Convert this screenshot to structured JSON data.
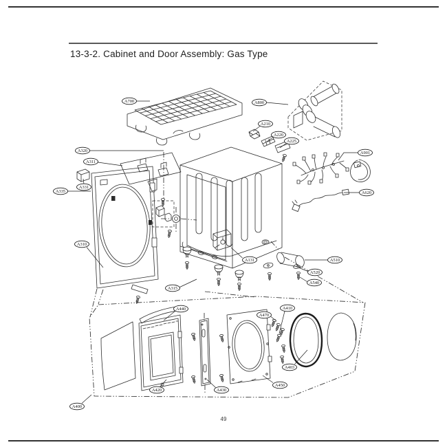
{
  "page": {
    "title": "13-3-2. Cabinet and Door Assembly: Gas Type",
    "page_number": "49"
  },
  "colors": {
    "ink": "#2c2c2c",
    "paper": "#ffffff"
  },
  "callouts": [
    {
      "label": "A700"
    },
    {
      "label": "A800"
    },
    {
      "label": "A210"
    },
    {
      "label": "A220"
    },
    {
      "label": "A225"
    },
    {
      "label": "A901"
    },
    {
      "label": "A620"
    },
    {
      "label": "A320"
    },
    {
      "label": "A311"
    },
    {
      "label": "A331"
    },
    {
      "label": "A335"
    },
    {
      "label": "A310"
    },
    {
      "label": "A131"
    },
    {
      "label": "A315"
    },
    {
      "label": "A510"
    },
    {
      "label": "A520"
    },
    {
      "label": "A540"
    },
    {
      "label": "A440"
    },
    {
      "label": "A470"
    },
    {
      "label": "A410"
    },
    {
      "label": "A403"
    },
    {
      "label": "A450"
    },
    {
      "label": "A430"
    },
    {
      "label": "A420"
    },
    {
      "label": "A400"
    }
  ]
}
